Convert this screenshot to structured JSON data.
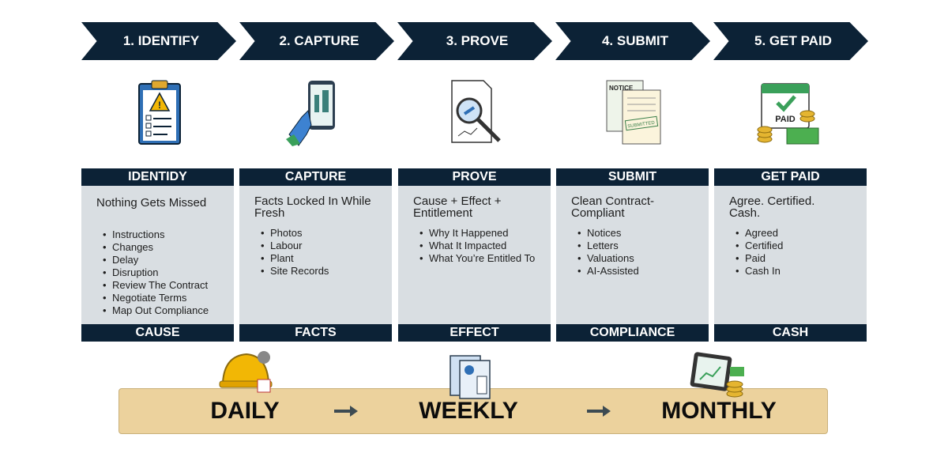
{
  "steps": [
    {
      "chevron": "1. IDENTIFY",
      "header": "IDENTIDY",
      "subtitle": "Nothing Gets Missed",
      "items": [
        "Instructions",
        "Changes",
        "Delay",
        "Disruption",
        "Review The Contract",
        "Negotiate Terms",
        "Map Out Compliance"
      ],
      "footer": "CAUSE"
    },
    {
      "chevron": "2. CAPTURE",
      "header": "CAPTURE",
      "subtitle": "Facts Locked In While Fresh",
      "items": [
        "Photos",
        "Labour",
        "Plant",
        "Site Records"
      ],
      "footer": "FACTS"
    },
    {
      "chevron": "3. PROVE",
      "header": "PROVE",
      "subtitle": "Cause + Effect + Entitlement",
      "items": [
        "Why It Happened",
        "What It Impacted",
        "What You’re Entitled To"
      ],
      "footer": "EFFECT"
    },
    {
      "chevron": "4. SUBMIT",
      "header": "SUBMIT",
      "subtitle": "Clean Contract-Compliant",
      "items": [
        "Notices",
        "Letters",
        "Valuations",
        "AI-Assisted"
      ],
      "footer": "COMPLIANCE"
    },
    {
      "chevron": "5. GET PAID",
      "header": "GET PAID",
      "subtitle": "Agree. Certified. Cash.",
      "items": [
        "Agreed",
        "Certified",
        "Paid",
        "Cash In"
      ],
      "footer": "CASH"
    }
  ],
  "icon_text": {
    "notice": "NOTICE",
    "submitted": "SUBMITTED",
    "paid": "PAID"
  },
  "cadence": {
    "daily": "DAILY",
    "weekly": "WEEKLY",
    "monthly": "MONTHLY"
  },
  "colors": {
    "navy": "#0c2236",
    "card": "#d9dee2",
    "band": "#ecd29d"
  }
}
